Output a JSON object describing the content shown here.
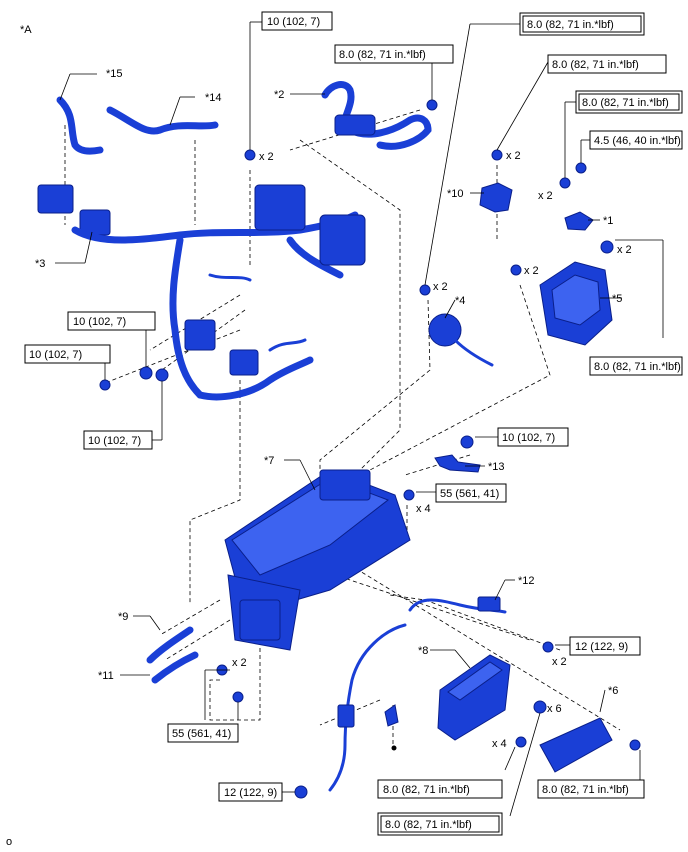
{
  "figure_id": "*A",
  "part_labels": {
    "p1": "*1",
    "p2": "*2",
    "p3": "*3",
    "p4": "*4",
    "p5": "*5",
    "p6": "*6",
    "p7": "*7",
    "p8": "*8",
    "p9": "*9",
    "p10": "*10",
    "p11": "*11",
    "p12": "*12",
    "p13": "*13",
    "p14": "*14",
    "p15": "*15"
  },
  "torque": {
    "t10": "10 (102, 7)",
    "t8": "8.0 (82, 71 in.*lbf)",
    "t45": "4.5 (46, 40 in.*lbf)",
    "t55": "55 (561, 41)",
    "t12": "12 (122, 9)"
  },
  "multipliers": {
    "x2": "x 2",
    "x4": "x 4",
    "x6": "x 6"
  },
  "corner_mark": "o",
  "colors": {
    "part": "#1a3fd6",
    "outline": "#0a1f8a",
    "line": "#000000"
  }
}
